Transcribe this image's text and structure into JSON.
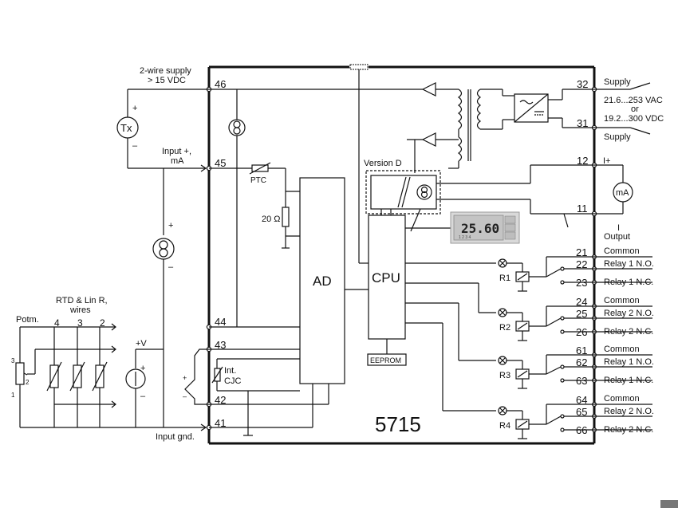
{
  "model": "5715",
  "blocks": {
    "ad": "AD",
    "cpu": "CPU",
    "eeprom": "EEPROM"
  },
  "input": {
    "supply_line1": "2-wire supply",
    "supply_line2": "> 15 VDC",
    "tx": "Tx",
    "input_plus": "Input +,",
    "input_ma": "mA",
    "input_gnd": "Input gnd.",
    "ptc": "PTC",
    "r20": "20 Ω",
    "cjc_line1": "Int.",
    "cjc_line2": "CJC",
    "potm": "Potm.",
    "rtd_line1": "RTD & Lin R,",
    "rtd_line2": "wires",
    "wire4": "4",
    "wire3": "3",
    "wire2": "2",
    "plus_v": "+V",
    "pot_pins": [
      "3",
      "2",
      "1"
    ],
    "plus": "+",
    "minus": "–"
  },
  "terminals": {
    "t46": "46",
    "t45": "45",
    "t44": "44",
    "t43": "43",
    "t42": "42",
    "t41": "41",
    "t32": "32",
    "t31": "31",
    "t12": "12",
    "t11": "11",
    "r1": [
      "21",
      "22",
      "23"
    ],
    "r2": [
      "24",
      "25",
      "26"
    ],
    "r3": [
      "61",
      "62",
      "63"
    ],
    "r4": [
      "64",
      "65",
      "66"
    ]
  },
  "supply": {
    "label_top": "Supply",
    "range_line1": "21.6...253 VAC",
    "range_or": "or",
    "range_line2": "19.2...300 VDC",
    "label_bottom": "Supply"
  },
  "output": {
    "i_plus": "I+",
    "ma": "mA",
    "i_label": "I",
    "label": "Output",
    "version": "Version D"
  },
  "display": {
    "value": "25.60"
  },
  "relays": [
    {
      "name": "R1",
      "common": "Common",
      "no": "Relay 1 N.O.",
      "nc": "Relay 1 N.C."
    },
    {
      "name": "R2",
      "common": "Common",
      "no": "Relay 2 N.O.",
      "nc": "Relay 2 N.C."
    },
    {
      "name": "R3",
      "common": "Common",
      "no": "Relay 1 N.O.",
      "nc": "Relay 1 N.C."
    },
    {
      "name": "R4",
      "common": "Common",
      "no": "Relay 2 N.O.",
      "nc": "Relay 2 N.C."
    }
  ]
}
